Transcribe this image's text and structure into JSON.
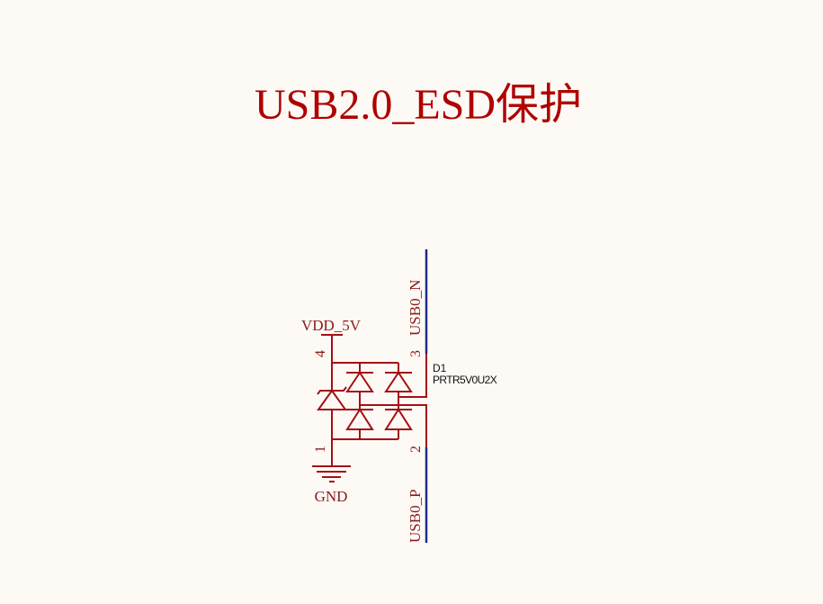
{
  "title": "USB2.0_ESD保护",
  "component": {
    "designator": "D1",
    "part": "PRTR5V0U2X"
  },
  "nets": {
    "power": "VDD_5V",
    "ground": "GND",
    "usb_n": "USB0_N",
    "usb_p": "USB0_P"
  },
  "pins": {
    "p1": "1",
    "p2": "2",
    "p3": "3",
    "p4": "4"
  },
  "colors": {
    "title": "#b00000",
    "wire": "#a50f15",
    "bus": "#1f2a8c",
    "background": "#fdfaf5"
  }
}
